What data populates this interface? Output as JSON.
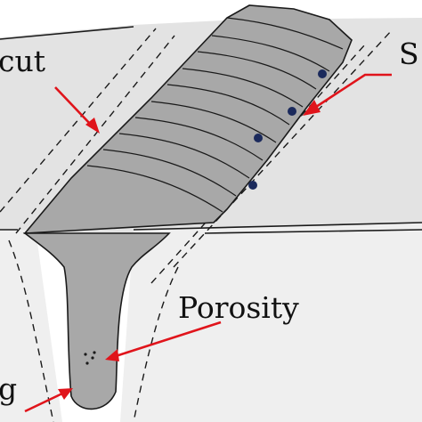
{
  "labels": {
    "undercut": "cut",
    "spatter": "S",
    "porosity": "Porosity",
    "slag": "g"
  },
  "colors": {
    "plate_top": "#e3e3e3",
    "plate_front": "#f0f0f0",
    "weld_bead": "#a8a8a8",
    "outline": "#1a1a1a",
    "arrow": "#e0141b",
    "spatter_dot": "#1b2a5c"
  }
}
